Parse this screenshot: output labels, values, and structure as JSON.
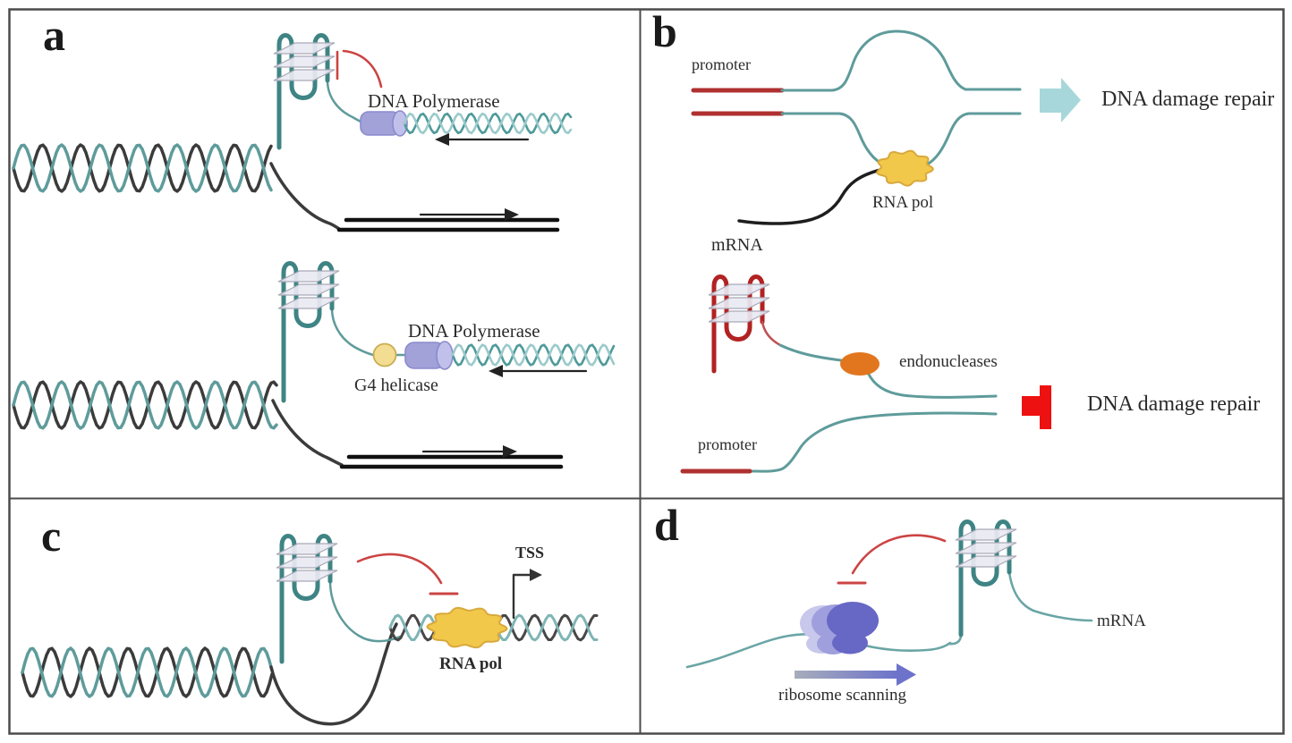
{
  "figure": {
    "panels": {
      "a": {
        "label": "a",
        "top": {
          "dna_polymerase": "DNA Polymerase"
        },
        "bottom": {
          "dna_polymerase": "DNA Polymerase",
          "g4_helicase": "G4 helicase"
        }
      },
      "b": {
        "label": "b",
        "top": {
          "promoter": "promoter",
          "rna_pol": "RNA pol",
          "mrna": "mRNA",
          "outcome": "DNA damage repair"
        },
        "bottom": {
          "endonucleases": "endonucleases",
          "promoter": "promoter",
          "outcome": "DNA damage repair"
        }
      },
      "c": {
        "label": "c",
        "tss": "TSS",
        "rna_pol": "RNA pol"
      },
      "d": {
        "label": "d",
        "mrna": "mRNA",
        "ribosome_scanning": "ribosome scanning"
      }
    },
    "colors": {
      "frame_gray": "#4b4b4b",
      "strand_teal": "#5f9b9b",
      "strand_teal_light": "#9ccaca",
      "strand_black": "#3b3b3b",
      "g4_teal": "#3f8484",
      "g4_red": "#b22222",
      "g4_plane_fill": "#e9e9f3",
      "g4_plane_edge": "#a9a9b8",
      "promoter_red": "#b03030",
      "inhibit_red": "#cc4444",
      "polymerase_purple": "#a2a2d8",
      "polymerase_cap": "#c0c0ea",
      "polymerase_edge": "#8a8ace",
      "helicase_yellow": "#f2dd92",
      "helicase_edge": "#c9ad52",
      "rna_pol_gold": "#f2c84b",
      "rna_pol_edge": "#d8a93c",
      "endonuclease_orange": "#e2761e",
      "repair_arrow_cyan": "#a7d7da",
      "block_red": "#ee1111",
      "ribosome_purple": "#6767c5",
      "ribosome_ghost1": "#9f9fdd",
      "ribosome_ghost2": "#c8c8ec",
      "arrow_black": "#222222"
    }
  }
}
